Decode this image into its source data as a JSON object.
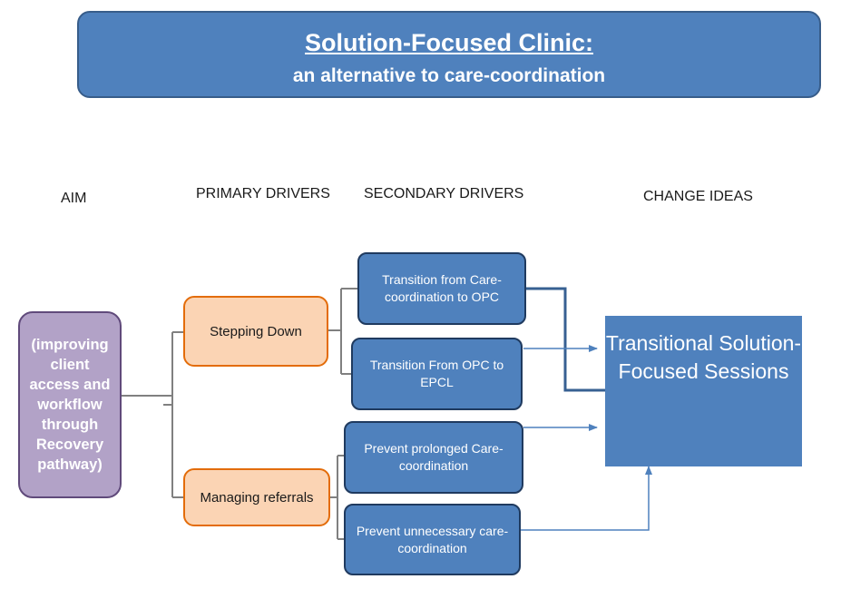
{
  "banner": {
    "title": "Solution-Focused Clinic:",
    "subtitle": "an alternative to care-coordination"
  },
  "columns": {
    "aim": "AIM",
    "primary": "PRIMARY DRIVERS",
    "secondary": "SECONDARY DRIVERS",
    "change": "CHANGE IDEAS"
  },
  "aim": {
    "text": "(improving client access and workflow through Recovery pathway)"
  },
  "primary_drivers": [
    {
      "label": "Stepping Down"
    },
    {
      "label": "Managing referrals"
    }
  ],
  "secondary_drivers": [
    {
      "label": "Transition from Care-coordination to OPC"
    },
    {
      "label": "Transition From OPC to EPCL"
    },
    {
      "label": "Prevent prolonged Care-coordination"
    },
    {
      "label": "Prevent unnecessary care-coordination"
    }
  ],
  "change_idea": {
    "text": "Transitional Solution-Focused Sessions"
  },
  "colors": {
    "aim_fill": "#b2a2c7",
    "aim_border": "#604a7b",
    "primary_fill": "#fbd4b4",
    "primary_border": "#e36c09",
    "blue_fill": "#4f81bd",
    "dark_border": "#1f3a5f",
    "connector_gray": "#808080",
    "arrow_blue": "#4f81bd"
  }
}
